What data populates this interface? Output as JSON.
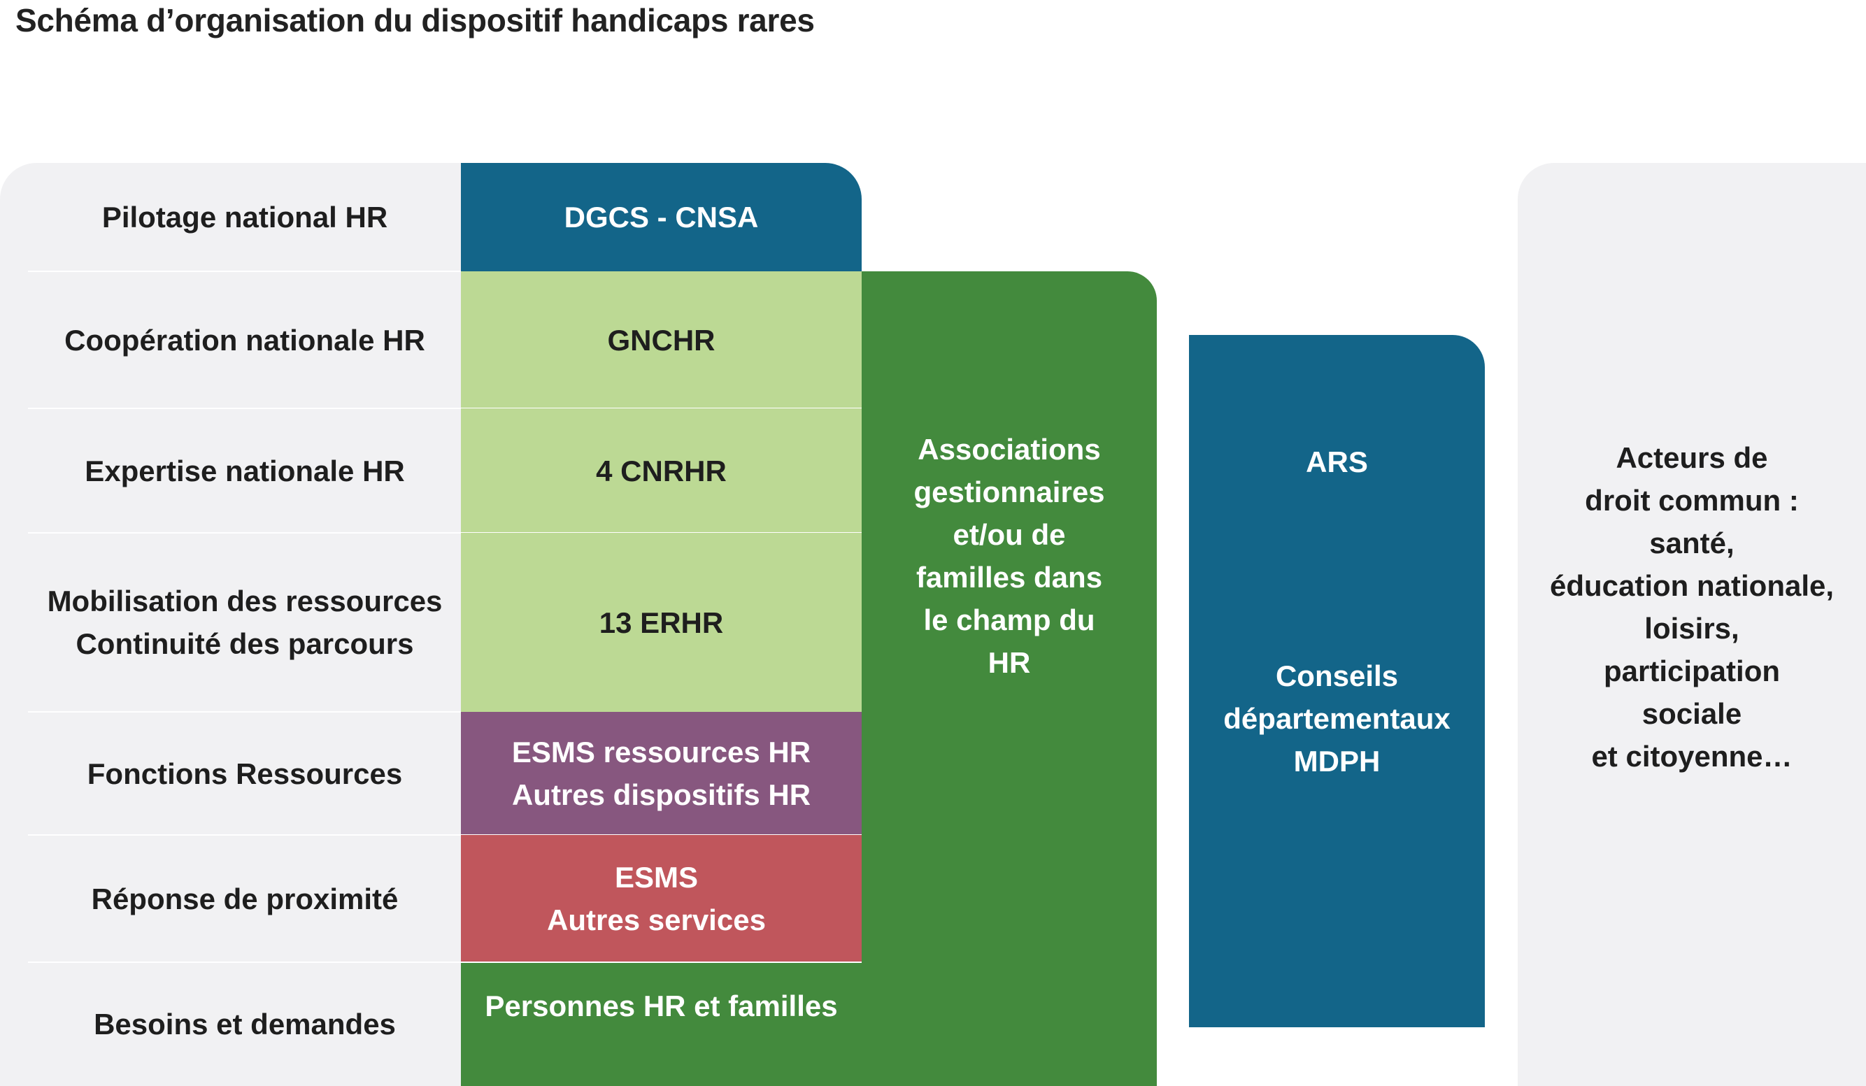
{
  "title": "Schéma d’organisation du dispositif handicaps rares",
  "levels": [
    "Pilotage national HR",
    "Coopération nationale HR",
    "Expertise nationale HR",
    "Mobilisation des ressources\nContinuité des parcours",
    "Fonctions Ressources",
    "Réponse de proximité",
    "Besoins et demandes"
  ],
  "structures": {
    "dgcs": "DGCS - CNSA",
    "gnchr": "GNCHR",
    "cnrhr": "4 CNRHR",
    "erhr": "13 ERHR",
    "esms_ressources": "ESMS ressources HR\nAutres dispositifs HR",
    "esms": "ESMS\nAutres services",
    "personnes": "Personnes HR et familles"
  },
  "associations": "Associations\ngestionnaires\net/ou de\nfamilles dans\nle champ du\nHR",
  "ars": "ARS",
  "conseils": "Conseils\ndépartementaux\nMDPH",
  "acteurs": "Acteurs de\ndroit commun :\nsanté,\néducation nationale,\nloisirs,\nparticipation\nsociale\net citoyenne…",
  "colors": {
    "blue": "#136589",
    "light_green": "#bcd994",
    "green": "#438a3d",
    "purple": "#87577f",
    "red": "#c0565c",
    "grey_panel": "#f1f1f3"
  }
}
